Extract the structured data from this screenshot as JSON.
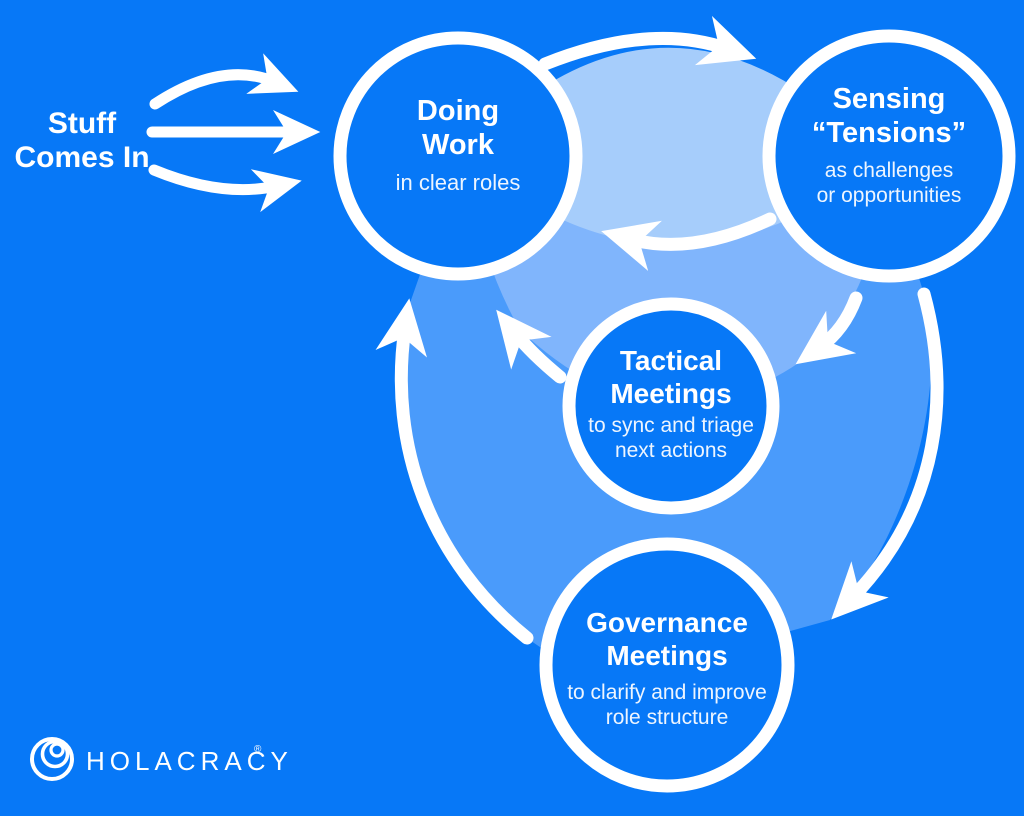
{
  "title": "Holacracy process diagram",
  "colors": {
    "background": "#0778F7",
    "circle_fill": "#0778F7",
    "ring_white": "#FFFFFF",
    "band_light": "#A6CDFB",
    "inner_light": "#80B5FC",
    "loop_medium": "#4A9BFB",
    "text": "#FFFFFF"
  },
  "input": {
    "line1": "Stuff",
    "line2": "Comes In"
  },
  "nodes": {
    "doing_work": {
      "title1": "Doing",
      "title2": "Work",
      "subtitle1": "in clear roles"
    },
    "sensing": {
      "title1": "Sensing",
      "title2": "“Tensions”",
      "subtitle1": "as challenges",
      "subtitle2": "or opportunities"
    },
    "tactical": {
      "title1": "Tactical",
      "title2": "Meetings",
      "subtitle1": "to sync and triage",
      "subtitle2": "next actions"
    },
    "governance": {
      "title1": "Governance",
      "title2": "Meetings",
      "subtitle1": "to clarify and improve",
      "subtitle2": "role structure"
    }
  },
  "logo": {
    "text": "HOLACRACY",
    "registered": "®"
  }
}
